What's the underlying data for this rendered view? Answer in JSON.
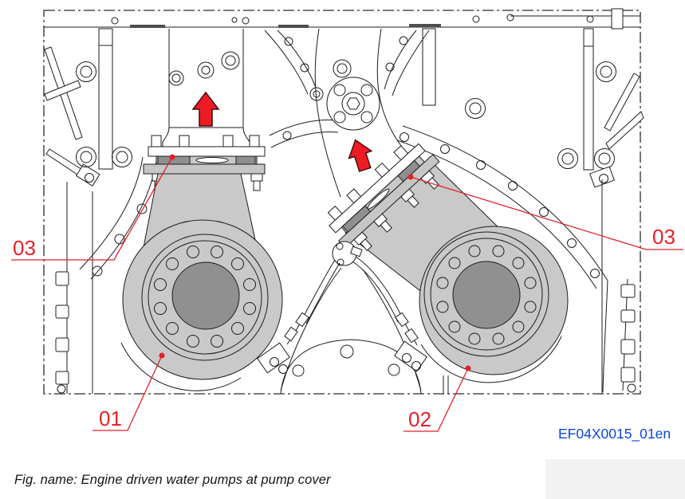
{
  "figure": {
    "caption": "Fig. name: Engine driven water pumps at pump cover",
    "code": "EF04X0015_01en"
  },
  "callouts": {
    "left_pump": {
      "label": "01"
    },
    "right_pump": {
      "label": "02"
    },
    "left_flange": {
      "label": "03"
    },
    "right_flange": {
      "label": "03"
    }
  },
  "icons": {
    "left_flow_arrow": "red-up-arrow",
    "right_flow_arrow": "red-up-arrow"
  },
  "colors": {
    "callout_red": "#e32228",
    "arrow_red": "#ed1c24",
    "code_blue": "#0a46dc",
    "pump_body_gray": "#c9c9c9",
    "pump_hub_gray": "#909090",
    "flange_gray": "#c6c6c6",
    "gasket_dark_gray": "#8f8f8f",
    "line_black": "#1c1c1c"
  }
}
